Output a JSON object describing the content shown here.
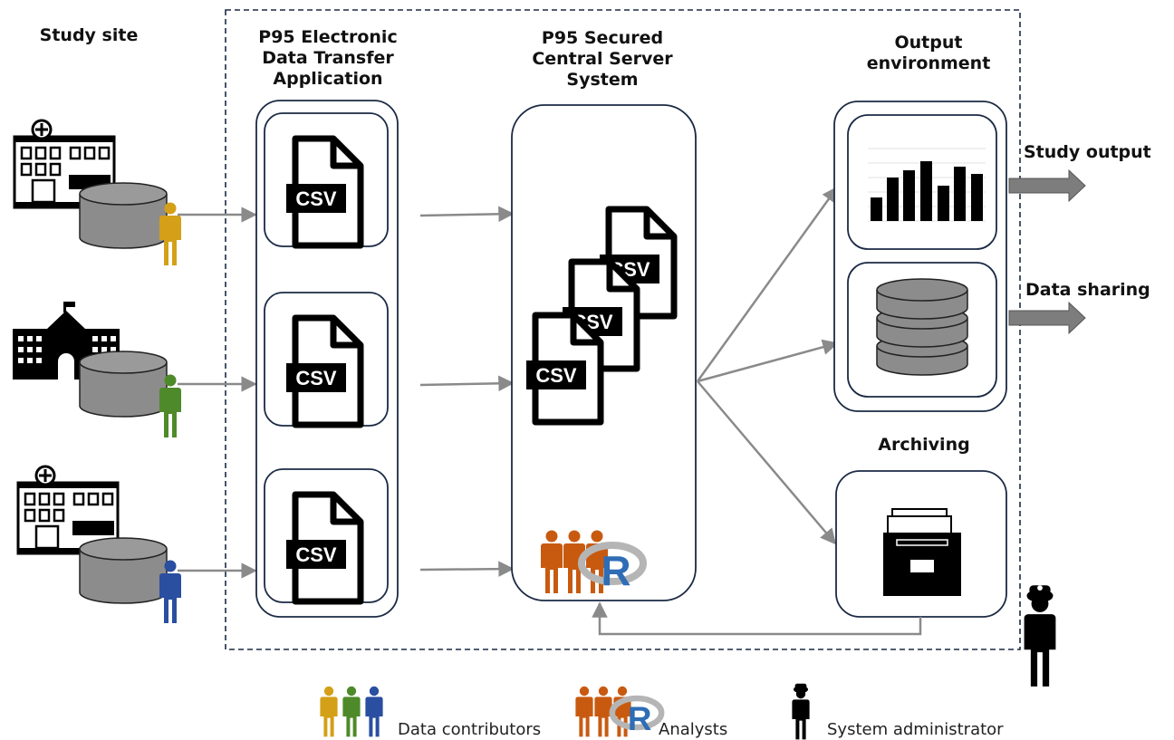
{
  "headings": {
    "study_site": "Study site",
    "transfer_app": "P95 Electronic\nData Transfer\nApplication",
    "central_server": "P95 Secured\nCentral Server\nSystem",
    "output_env": "Output\nenvironment",
    "archiving": "Archiving"
  },
  "outputs": {
    "study_output": "Study output",
    "data_sharing": "Data sharing"
  },
  "file_label": "CSV",
  "r_logo_label": "R",
  "legend": {
    "contributors": "Data contributors",
    "analysts": "Analysts",
    "admin": "System administrator"
  },
  "colors": {
    "contributor_1": "#d4a017",
    "contributor_2": "#4e8a2a",
    "contributor_3": "#2a4ea0",
    "analyst": "#c85a10",
    "arrow": "#8a8a8a",
    "cylinder": "#8c8c8c",
    "r_blue": "#2f6db5"
  },
  "icons": [
    "hospital-icon",
    "school-icon",
    "database-icon",
    "person-icon",
    "csv-file-icon",
    "bar-chart-icon",
    "r-logo-icon",
    "file-cabinet-icon",
    "admin-person-icon"
  ]
}
